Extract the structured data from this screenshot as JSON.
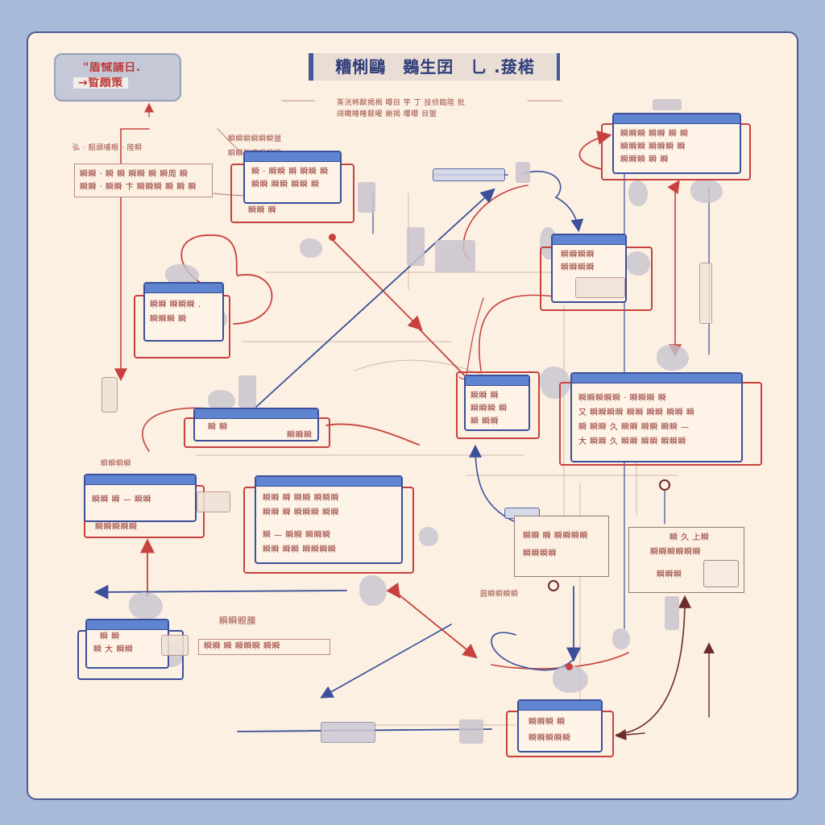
{
  "title": "糟悧鷗　鷃生囝　乚 .菝楉",
  "subtitle": "蒸洸帏猷揭揭 曝目 竽 丁 技侦臨陸 批",
  "subtitle2": "阔瞰睡睡靓曜 崩揭 曝曝 目盟",
  "badge": {
    "line1": "\"盾悈誧日.",
    "line2": "→晢頗策"
  },
  "notes": {
    "n1": "弘 · 韶頭嚧眼 · 陸瞬",
    "n2": "瞬瞬瞬瞬瞬瞬盟",
    "n3": "瞬瞬盟曝瞬瞬瞬",
    "n4": "瞬瞬眼膜",
    "n5": "瞬瞬瞬瞬",
    "n6": "圆瞬瞬瞬瞬"
  },
  "nodes": {
    "a": {
      "l1": "瞬瞬 · 瞬 瞬 瞬瞬 瞬 瞬周 瞬",
      "l2": "瞬瞬 · 瞬瞬 卞 瞬瞬瞬 瞬 瞬 瞬"
    },
    "b": {
      "l1": "瞬 · 瞬瞬 瞬 瞬瞬 瞬",
      "l2": "瞬瞬 瞬瞬 瞬瞬 瞬",
      "l3": "瞬瞬 瞬"
    },
    "c": {
      "l1": "瞬瞬 瞬瞬瞬 .",
      "l2": "瞬瞬瞬 瞬"
    },
    "d": {
      "l1": "瞬瞬瞬 瞬瞬 瞬 瞬",
      "l2": "瞬瞬瞬 瞬瞬瞬 瞬",
      "l3": "瞬瞬瞬 瞬 瞬"
    },
    "e": {
      "l1": "瞬瞬瞬瞬",
      "l2": "瞬瞬瞬瞬"
    },
    "f": {
      "l1": "瞬瞬 瞬",
      "l2": "瞬瞬瞬 瞬",
      "l3": "瞬 瞬瞬"
    },
    "g": {
      "l1": "瞬 瞬",
      "l2": "瞬瞬瞬"
    },
    "h": {
      "l1": "瞬瞬瞬瞬瞬 · 瞬瞬瞬 瞬",
      "l2": "又 瞬瞬瞬瞬 瞬瞬 瞬瞬 瞬瞬 瞬",
      "l3": "瞬 瞬瞬 久 瞬瞬 瞬瞬 瞬瞬 —",
      "l4": "大 瞬瞬 久 瞬瞬 瞬瞬 瞬瞬瞬"
    },
    "i": {
      "l1": "瞬瞬 瞬 — 瞬瞬",
      "l2": "瞬瞬瞬瞬瞬"
    },
    "j": {
      "l1": "瞬瞬 瞬 瞬瞬 瞬瞬瞬",
      "l2": "瞬瞬 瞬 瞬瞬瞬 瞬瞬",
      "l3": "瞬 — 瞬瞬 瞬瞬瞬",
      "l4": "瞬瞬 瞬瞬 瞬瞬瞬瞬"
    },
    "k": {
      "l1": "瞬瞬 瞬 瞬瞬瞬瞬",
      "l2": "瞬瞬瞬瞬"
    },
    "l": {
      "l1": "瞬 久 上瞬",
      "l2": "瞬瞬瞬瞬瞬瞬",
      "l3": "瞬瞬瞬"
    },
    "m": {
      "l1": "瞬 瞬",
      "l2": "瞬 大 瞬瞬"
    },
    "n": {
      "l1": "瞬瞬 瞬 瞬瞬瞬 瞬瞬"
    },
    "o": {
      "l1": "瞬瞬瞬 瞬",
      "l2": "瞬瞬瞬瞬瞬"
    }
  },
  "colors": {
    "red": "#c7423f",
    "blue": "#3c4f9a",
    "bar": "#5f85d0",
    "paper": "#fbf0e1",
    "bg": "#a9bad9"
  }
}
